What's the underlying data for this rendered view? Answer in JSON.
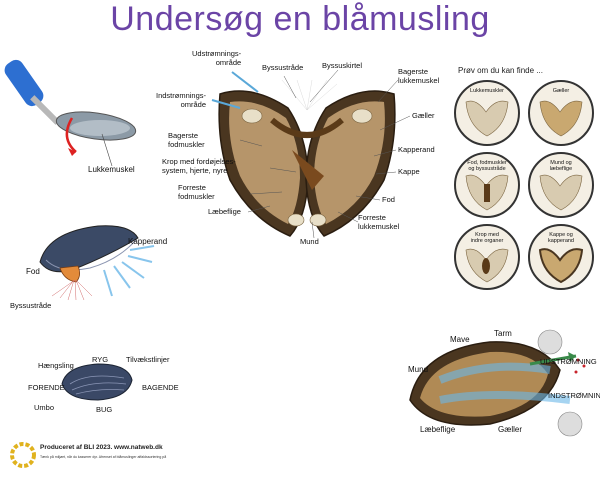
{
  "title": "Undersøg en blåmusling",
  "center": {
    "labels": {
      "udstromning": "Udstrømnings-\nområde",
      "byssustraade": "Byssustråde",
      "byssuskirtel": "Byssuskirtel",
      "bageste_lukkemuskel": "Bagerste\nlukkemuskel",
      "indstromning": "Indstrømnings-\nområde",
      "gaeller": "Gæller",
      "bageste_fodmuskler": "Bagerste\nfodmuskler",
      "kapperand": "Kapperand",
      "krop": "Krop med fordøjelses-\nsystem, hjerte, nyre",
      "kappe": "Kappe",
      "forreste_fodmuskler": "Forreste\nfodmuskler",
      "fod": "Fod",
      "laebeflige": "Læbeflige",
      "forreste_lukkemuskel": "Forreste\nlukkemuskel",
      "mund": "Mund"
    }
  },
  "knife": {
    "label": "Lukkemuskel"
  },
  "open_mussel": {
    "kapperand": "Kapperand",
    "fod": "Fod",
    "byssustraade": "Byssustråde"
  },
  "closed_mussel": {
    "ryg": "RYG",
    "haengsling": "Hængsling",
    "tilvaekstlinjer": "Tilvækstlinjer",
    "forende": "FORENDE",
    "bagende": "BAGENDE",
    "umbo": "Umbo",
    "bug": "BUG"
  },
  "quiz": {
    "title": "Prøv om du kan finde ...",
    "items": [
      "Lukkemuskler",
      "Gæller",
      "Fod, fodmuskler\nog byssustråde",
      "Mund og\nlæbeflige",
      "Krop med\nindre organer",
      "Kappe og\nkapperand"
    ]
  },
  "flow": {
    "mave": "Mave",
    "tarm": "Tarm",
    "mund": "Mund",
    "udstromning": "UDSTRØMNING",
    "indstromning": "INDSTRØMNING",
    "laebeflige": "Læbeflige",
    "gaeller": "Gæller"
  },
  "footer": {
    "main": "Produceret af BLI 2023. www.natweb.dk",
    "small": "Tænk på miljøet, når du kasserer dyr. Afrenset af blåmuslinger affaldssortering på"
  },
  "colors": {
    "title": "#6b44a6",
    "shell": "#3e2f22",
    "blue_arrow": "#5aa8d8",
    "red_arrow": "#c8242b"
  }
}
